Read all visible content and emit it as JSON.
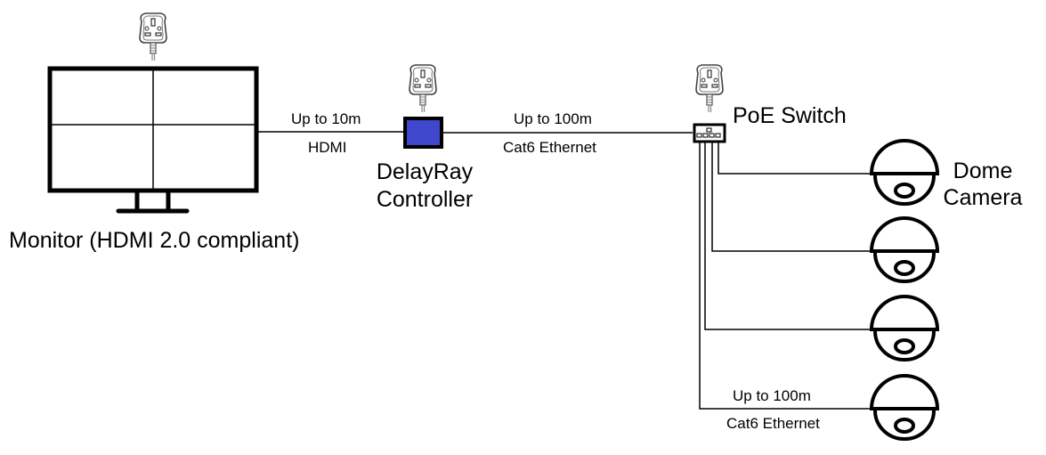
{
  "monitor": {
    "label": "Monitor (HDMI 2.0 compliant)"
  },
  "link_hdmi": {
    "distance": "Up to 10m",
    "type": "HDMI"
  },
  "controller": {
    "line1": "DelayRay",
    "line2": "Controller",
    "color": "#3f48cc"
  },
  "link_ethernet": {
    "distance": "Up to 100m",
    "type": "Cat6 Ethernet"
  },
  "switch": {
    "label": "PoE Switch"
  },
  "camera": {
    "line1": "Dome",
    "line2": "Camera",
    "count": 4
  },
  "link_camera": {
    "distance": "Up to 100m",
    "type": "Cat6 Ethernet"
  },
  "icons": {
    "power": "uk-power-plug-icon",
    "monitor": "monitor-icon",
    "switch": "network-switch-icon",
    "camera": "dome-camera-icon"
  }
}
